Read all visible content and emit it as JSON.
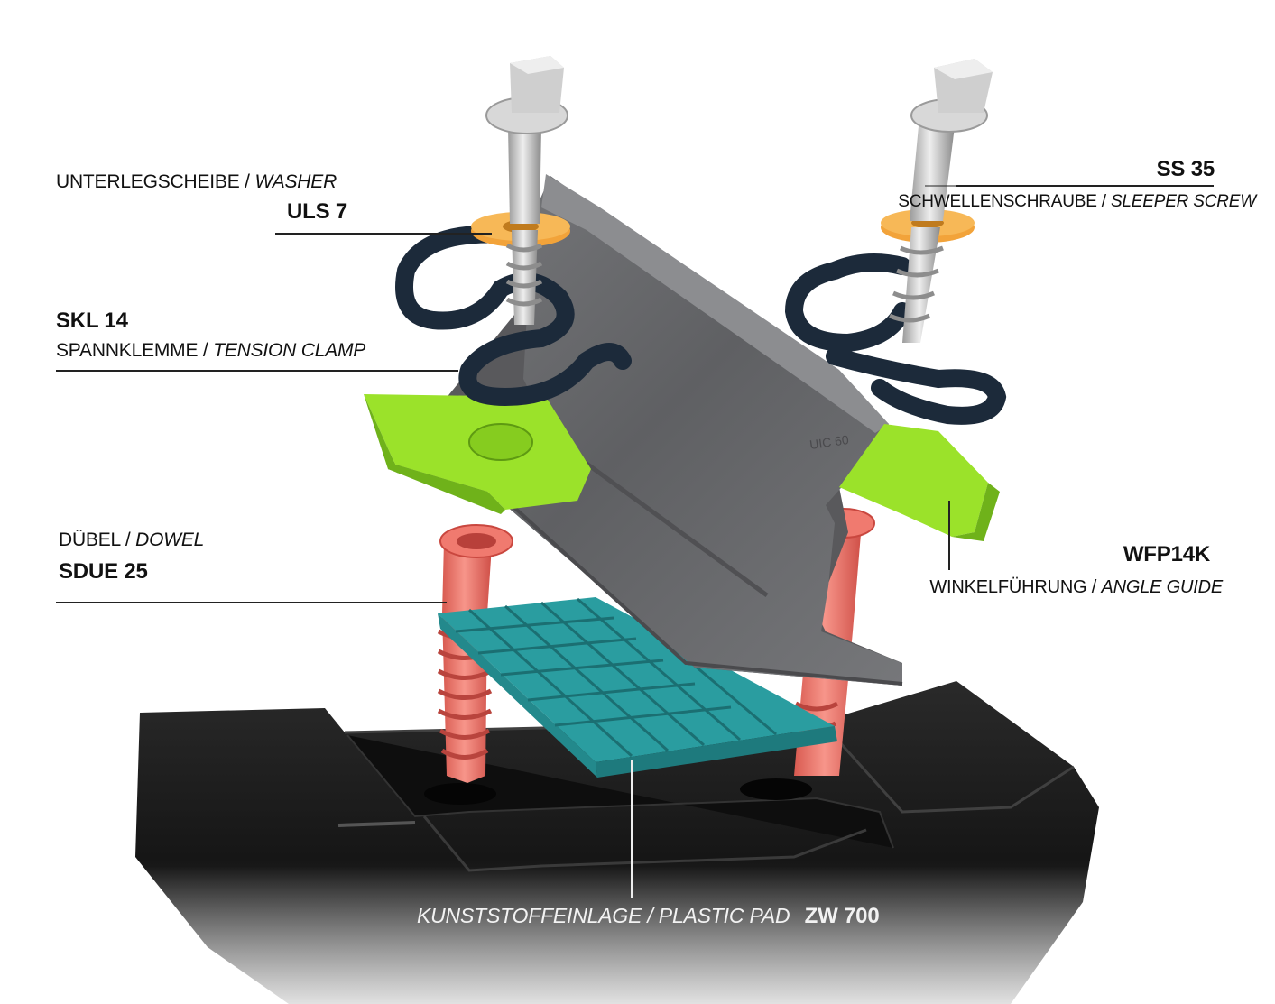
{
  "labels": {
    "washer": {
      "de": "UNTERLEGSCHEIBE",
      "sep": " / ",
      "en": "WASHER",
      "code": "ULS 7"
    },
    "clamp": {
      "code": "SKL 14",
      "de": "SPANNKLEMME",
      "sep": " / ",
      "en": "TENSION CLAMP"
    },
    "dowel": {
      "de": "DÜBEL",
      "sep": " / ",
      "en": "DOWEL",
      "code": "SDUE 25"
    },
    "screw": {
      "code": "SS 35",
      "de": "SCHWELLENSCHRAUBE",
      "sep": " / ",
      "en": "SLEEPER SCREW"
    },
    "guide": {
      "code": "WFP14K",
      "de": "WINKELFÜHRUNG",
      "sep": " / ",
      "en": "ANGLE GUIDE"
    },
    "pad": {
      "de": "KUNSTSTOFFEINLAGE",
      "sep": " / ",
      "en": "PLASTIC PAD",
      "code": "ZW 700"
    }
  },
  "colors": {
    "washer": "#f2a33a",
    "clamp": "#1c2a3a",
    "angle_guide": "#9be22a",
    "dowel": "#ee7166",
    "plastic_pad": "#2a9da0",
    "rail": "#6d6e71",
    "sleeper": "#1a1a1a",
    "screw": "#c9c9c9"
  },
  "rail_marking": "UIC 60"
}
